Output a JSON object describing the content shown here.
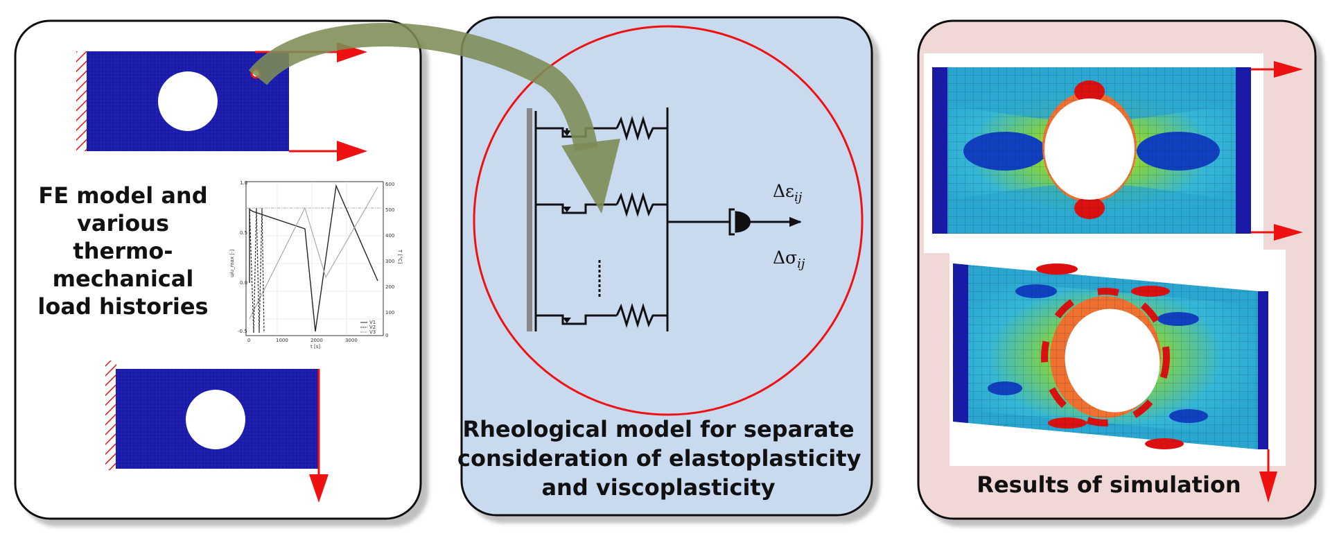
{
  "left_panel": {
    "caption_lines": [
      "FE model and",
      "various",
      "thermo-",
      "mechanical",
      "load histories"
    ],
    "plot": {
      "y_left_label": "u/u_max [-]",
      "y_right_label": "T [°C]",
      "x_label": "t [s]",
      "x_ticks": [
        "0",
        "1000",
        "2000",
        "3000"
      ],
      "y_left_ticks": [
        "1.0",
        "0.5",
        "0.0",
        "-0.5"
      ],
      "y_right_ticks": [
        "600",
        "500",
        "400",
        "300",
        "200",
        "100",
        "0"
      ],
      "legend": [
        "V1",
        "V2",
        "V3"
      ]
    }
  },
  "middle_panel": {
    "caption_lines": [
      "Rheological model for separate",
      "consideration of elastoplasticity",
      "and viscoplasticity"
    ],
    "strain_label": "Δε",
    "strain_sub": "ij",
    "stress_label": "Δσ",
    "stress_sub": "ij"
  },
  "right_panel": {
    "caption": "Results of simulation"
  },
  "colors": {
    "panel_left_bg": "#ffffff",
    "panel_mid_bg": "#c9d9ee",
    "panel_right_bg": "#f0d8d6",
    "mesh_blue": "#1a1aa8",
    "arrow_red": "#ee1111",
    "big_arrow": "#7d8c55"
  }
}
